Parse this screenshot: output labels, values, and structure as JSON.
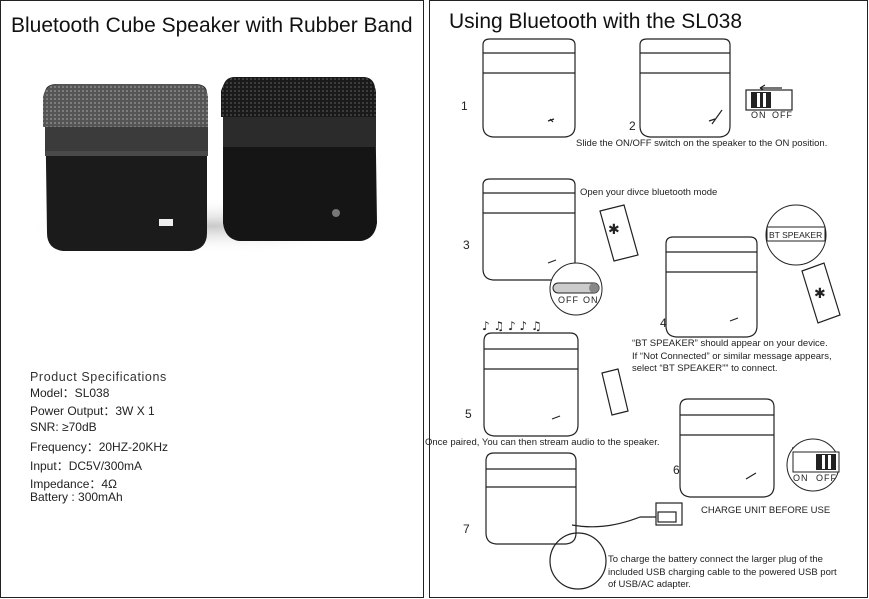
{
  "left": {
    "title": "Bluetooth Cube Speaker with Rubber Band",
    "specs_heading": "Product Specifications",
    "specs": [
      "Model：SL038",
      "Power Output：3W X 1",
      "SNR: ≥70dB",
      "Frequency：20HZ-20KHz",
      "Input：DC5V/300mA",
      "Impedance：4Ω",
      "Battery : 300mAh"
    ]
  },
  "right": {
    "title": "Using Bluetooth with the SL038",
    "steps": [
      "1",
      "2",
      "3",
      "4",
      "5",
      "6",
      "7"
    ],
    "switch_on": "ON",
    "switch_off": "OFF",
    "bt_speaker_label": "BT SPEAKER",
    "captions": {
      "slide": "Slide the ON/OFF switch on the speaker to the ON position.",
      "open": "Open your divce bluetooth mode",
      "appear_1": "“BT SPEAKER” should appear on your device.",
      "appear_2": "If “Not Connected” or similar message appears,",
      "appear_3": "select “BT SPEAKER”” to connect.",
      "paired": "Once paired, You can then stream audio to the speaker.",
      "charge_unit": "CHARGE UNIT BEFORE USE",
      "charge_1": "To charge the battery connect the larger plug of the",
      "charge_2": "included USB charging cable to the powered USB port",
      "charge_3": "of USB/AC adapter."
    }
  },
  "colors": {
    "speaker_body": "#1c1c1c",
    "speaker_band": "#333333",
    "border": "#222222",
    "switch_dark": "#222222"
  }
}
